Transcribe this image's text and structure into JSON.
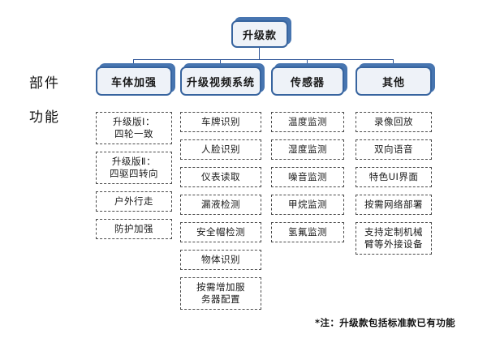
{
  "diagram": {
    "root": {
      "label": "升级款"
    },
    "row_labels": {
      "parts": "部件",
      "function": "功能"
    },
    "columns": [
      {
        "header": "车体加强",
        "items": [
          "升级版Ⅰ：\n四轮一致",
          "升级版Ⅱ：\n四驱四转向",
          "户外行走",
          "防护加强"
        ]
      },
      {
        "header": "升级视频系统",
        "items": [
          "车牌识别",
          "人脸识别",
          "仪表读取",
          "漏液检测",
          "安全帽检测",
          "物体识别",
          "按需增加服\n务器配置"
        ]
      },
      {
        "header": "传感器",
        "items": [
          "温度监测",
          "湿度监测",
          "噪音监测",
          "甲烷监测",
          "氢氟监测"
        ]
      },
      {
        "header": "其他",
        "items": [
          "录像回放",
          "双向语音",
          "特色UI界面",
          "按需网络部署",
          "支持定制机械\n臂等外接设备"
        ]
      }
    ],
    "footnote": "*注：升级款包括标准款已有功能",
    "colors": {
      "box_fill": "#eef2f8",
      "box_border": "#37649f",
      "box_shadow": "#4775b0",
      "connector": "#2f5597",
      "dash_border": "#4a4a4a",
      "background": "#ffffff"
    }
  }
}
